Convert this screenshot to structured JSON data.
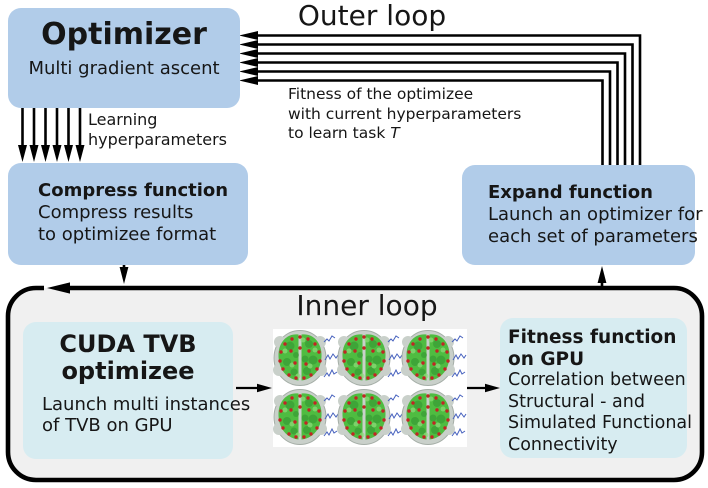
{
  "titles": {
    "outer_loop": "Outer loop",
    "inner_loop": "Inner loop"
  },
  "optimizer": {
    "title": "Optimizer",
    "subtitle": "Multi gradient ascent"
  },
  "learning_label": {
    "lines": [
      "Learning",
      "hyperparameters"
    ]
  },
  "fitness_note": {
    "lines": [
      "Fitness of the optimizee",
      "with current hyperparameters"
    ],
    "last_line_prefix": "to learn task ",
    "last_line_italic": "T"
  },
  "compress": {
    "title": "Compress function",
    "lines": [
      "Compress results",
      "to optimizee format"
    ]
  },
  "expand": {
    "title": "Expand function",
    "lines": [
      "Launch an optimizer for",
      "each set of parameters"
    ]
  },
  "cuda": {
    "title_lines": [
      "CUDA TVB",
      "optimizee"
    ],
    "lines": [
      "Launch multi instances",
      "of TVB on GPU"
    ]
  },
  "fitness_fn": {
    "title_lines": [
      "Fitness function",
      "on GPU"
    ],
    "lines": [
      "Correlation between",
      "Structural - and",
      "Simulated Functional",
      "Connectivity"
    ]
  },
  "brain_panel": {
    "rows": 2,
    "cols": 3,
    "feedback_arrow_count": 6
  },
  "colors": {
    "box_blue": "#b1cce9",
    "box_cyan": "#d7ecf1",
    "inner_loop_bg": "#f0f0f0",
    "arrow_black": "#000000",
    "brain_green": "#4fbc41",
    "brain_node_red": "#c22424",
    "brain_signal_blue": "#4560bd"
  }
}
